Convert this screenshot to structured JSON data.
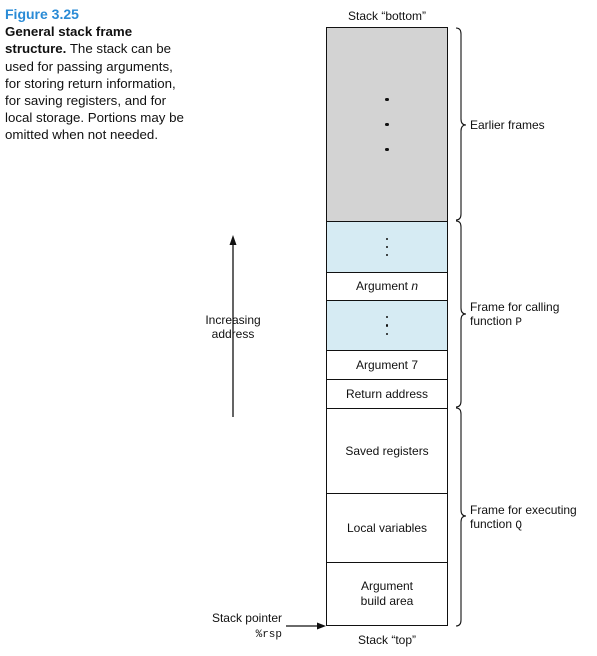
{
  "caption": {
    "figure_number": "Figure 3.25",
    "title": "General stack frame structure.",
    "text": "The stack can be used for passing arguments, for storing return information, for saving registers, and for local storage. Portions may be omitted when not needed."
  },
  "stack_labels": {
    "bottom": "Stack “bottom”",
    "top": "Stack “top”"
  },
  "cells": {
    "argument_n_prefix": "Argument ",
    "argument_n_var": "n",
    "argument_7": "Argument 7",
    "return_address": "Return address",
    "saved_registers": "Saved registers",
    "local_variables": "Local variables",
    "argument_build_area_line1": "Argument",
    "argument_build_area_line2": "build area"
  },
  "braces": {
    "earlier_frames": "Earlier frames",
    "calling_line1": "Frame for calling",
    "calling_line2_prefix": "function ",
    "calling_fn": "P",
    "executing_line1": "Frame for executing",
    "executing_line2_prefix": "function ",
    "executing_fn": "Q"
  },
  "address_arrow": {
    "line1": "Increasing",
    "line2": "address"
  },
  "stack_pointer": {
    "label": "Stack pointer",
    "register": "%rsp"
  },
  "colors": {
    "earlier_frames_fill": "#d3d3d3",
    "argument_region_fill": "#d6ebf3",
    "figure_number": "#2a8bd6"
  }
}
